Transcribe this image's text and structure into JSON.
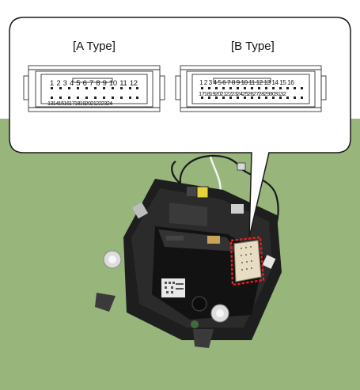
{
  "callout": {
    "a_type": {
      "title": "[A Type]",
      "row1": "1 2 3 4 5 6 7 8 9 10 11 12",
      "row2": "13 14 15 16 17 18 19 20 21 22 23 24"
    },
    "b_type": {
      "title": "[B Type]",
      "row1": "1 2 3 4 5 6 7 8 9 10 11 12 13 14 15 16",
      "row2": "17 18 19 20 21 22 23 24 25 26 27 28 29 30 31 32"
    }
  },
  "colors": {
    "background": "#ffffff",
    "ground": "#98b57c",
    "highlight": "#e02020",
    "unit_body": "#1e1e1e"
  }
}
